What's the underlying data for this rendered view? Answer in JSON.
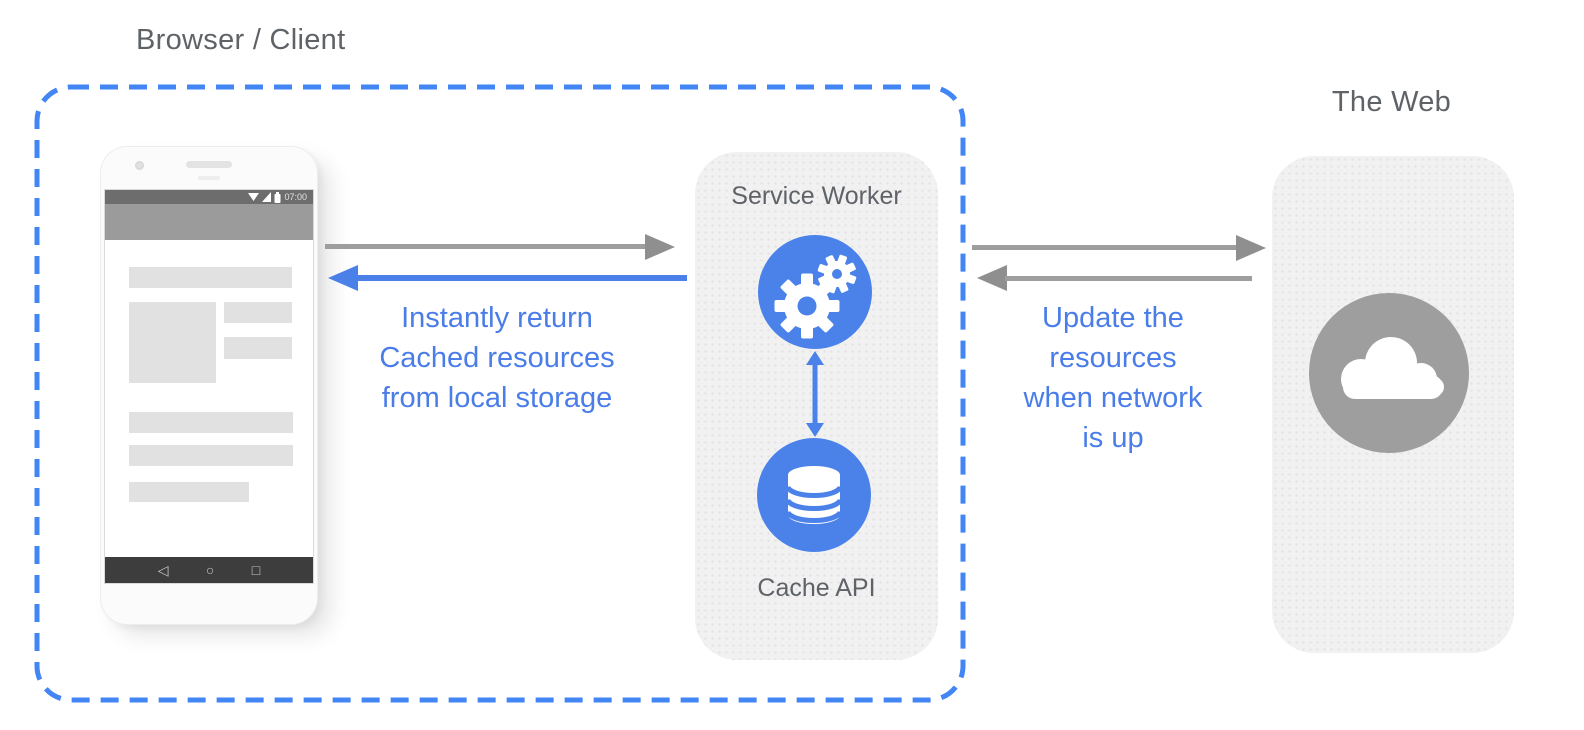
{
  "labels": {
    "browser_client": "Browser / Client",
    "the_web": "The Web",
    "service_worker": "Service Worker",
    "cache_api": "Cache API"
  },
  "phone": {
    "status_time": "07:00"
  },
  "annotations": {
    "instant_return": {
      "lines": [
        "Instantly return",
        "Cached resources",
        "from local storage"
      ]
    },
    "update_resources": {
      "lines": [
        "Update the",
        "resources",
        "when network",
        "is up"
      ]
    }
  },
  "icons": {
    "gears": "⚙",
    "database": "⛁",
    "cloud": "☁",
    "wifi": "▼",
    "cell_signal": "◢",
    "battery": "▮",
    "nav_back": "◁",
    "nav_home": "○",
    "nav_recents": "□"
  },
  "colors": {
    "dashed_border_blue": "#4285f4",
    "annotation_blue": "#4a7de8",
    "icon_circle_blue": "#4b82ea",
    "arrow_gray": "#9e9e9e",
    "panel_background": "#f1f1f2",
    "heading_gray": "#5f6368",
    "web_circle_gray": "#9e9e9e"
  }
}
